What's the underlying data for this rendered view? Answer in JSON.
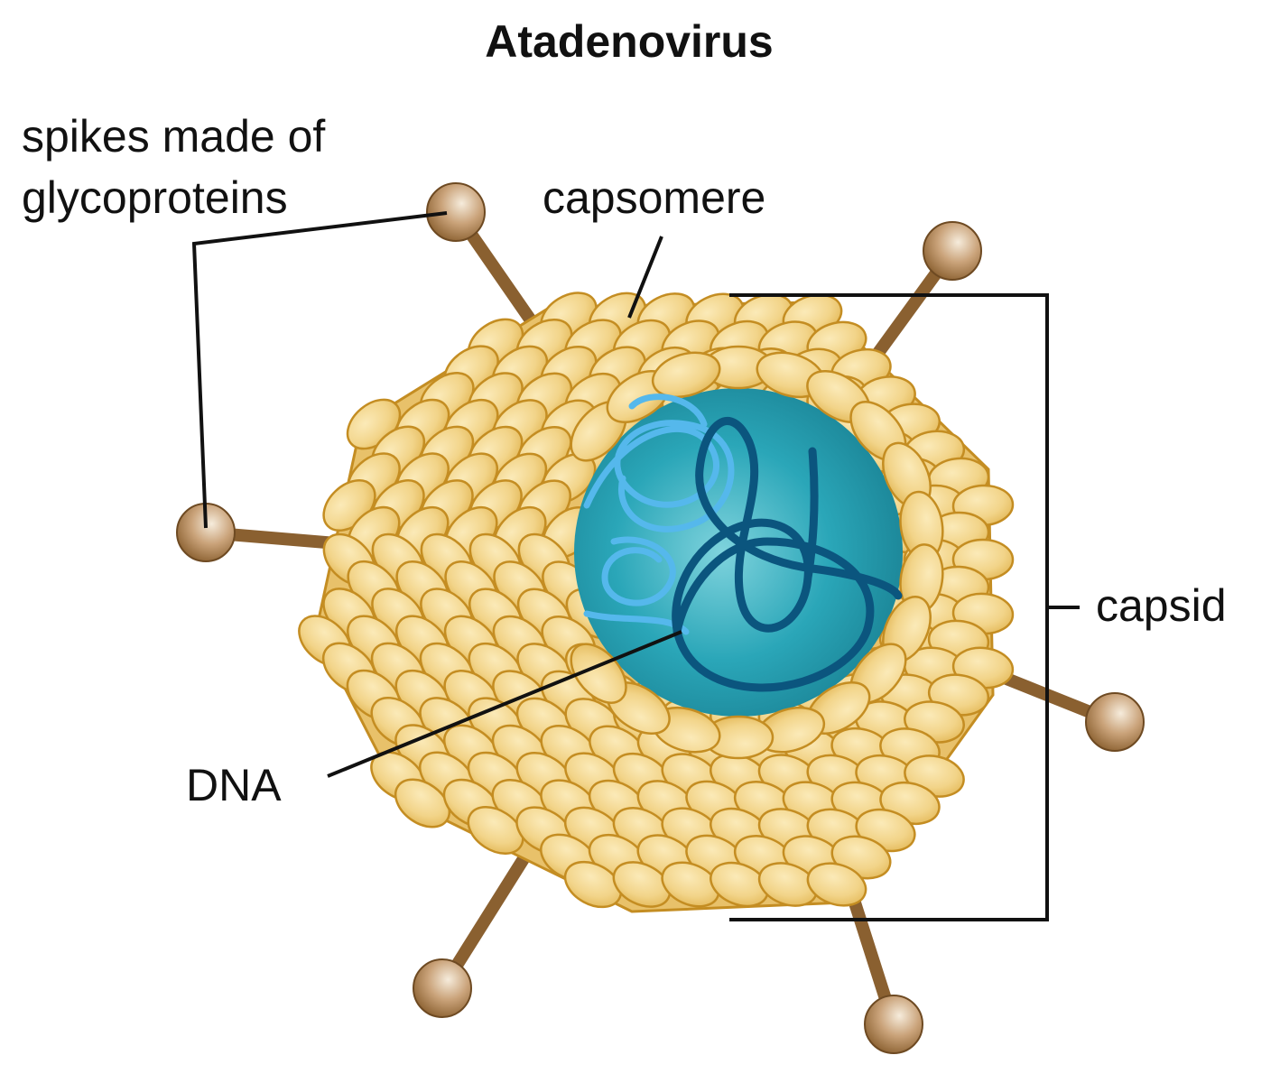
{
  "title": "Atadenovirus",
  "labels": {
    "spikes": [
      "spikes made of",
      "glycoproteins"
    ],
    "capsomere": "capsomere",
    "capsid": "capsid",
    "dna": "DNA"
  },
  "colors": {
    "capsomere_fill": "#f2d489",
    "capsomere_outline": "#c48d22",
    "core": "#2aa6b8",
    "dna_light": "#55b8ec",
    "dna_dark": "#0b557e",
    "spike": "#8a6030",
    "leader_line": "#111111"
  }
}
